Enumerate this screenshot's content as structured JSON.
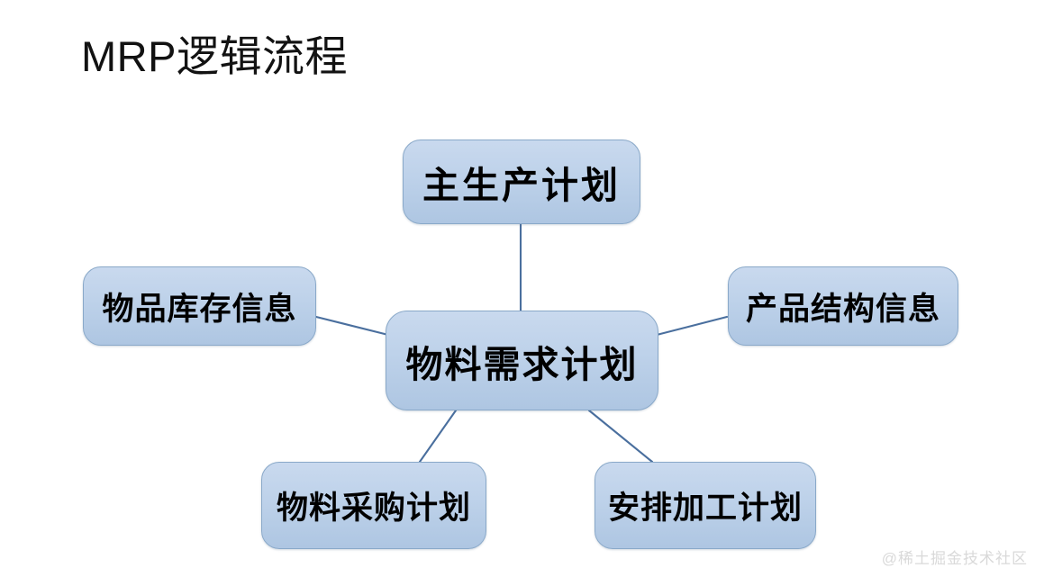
{
  "page": {
    "title": "MRP逻辑流程",
    "watermark": "@稀土掘金技术社区",
    "background_color": "#ffffff"
  },
  "theme": {
    "node_fill_top": "#c9d9ee",
    "node_fill_bottom": "#aec6e2",
    "node_border": "#8aa9c9",
    "connector_color": "#4a6f9e",
    "text_color": "#000000",
    "title_color": "#121212",
    "watermark_color": "#d9d9d9"
  },
  "diagram": {
    "type": "hub-and-spoke",
    "center_node_id": "mrp",
    "nodes": [
      {
        "id": "master-plan",
        "label": "主生产计划",
        "role": "input",
        "position": "top"
      },
      {
        "id": "mrp",
        "label": "物料需求计划",
        "role": "center",
        "position": "center"
      },
      {
        "id": "inventory",
        "label": "物品库存信息",
        "role": "input",
        "position": "left"
      },
      {
        "id": "bom",
        "label": "产品结构信息",
        "role": "input",
        "position": "right"
      },
      {
        "id": "purchase",
        "label": "物料采购计划",
        "role": "output",
        "position": "bottom-left"
      },
      {
        "id": "processing",
        "label": "安排加工计划",
        "role": "output",
        "position": "bottom-right"
      }
    ],
    "edges": [
      {
        "from": "master-plan",
        "to": "mrp"
      },
      {
        "from": "inventory",
        "to": "mrp"
      },
      {
        "from": "bom",
        "to": "mrp"
      },
      {
        "from": "mrp",
        "to": "purchase"
      },
      {
        "from": "mrp",
        "to": "processing"
      }
    ]
  }
}
